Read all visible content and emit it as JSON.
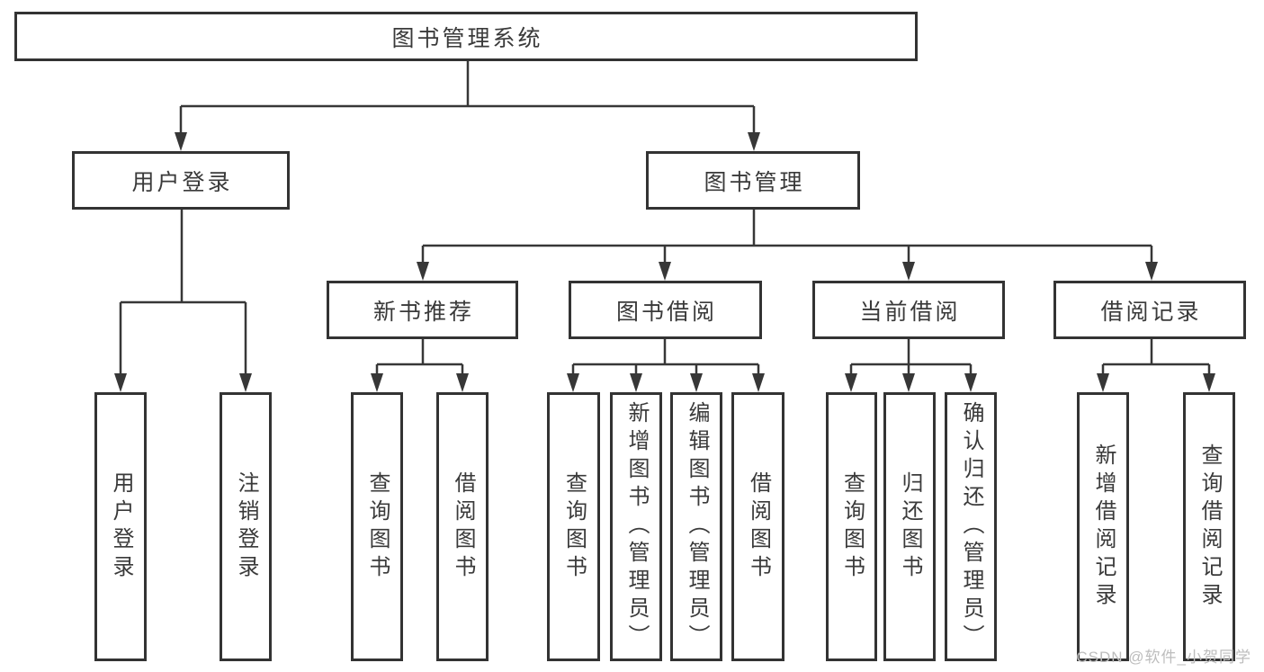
{
  "diagram": {
    "root": {
      "label": "图书管理系统"
    },
    "level2": [
      {
        "label": "用户登录"
      },
      {
        "label": "图书管理"
      }
    ],
    "level3": [
      {
        "label": "新书推荐"
      },
      {
        "label": "图书借阅"
      },
      {
        "label": "当前借阅"
      },
      {
        "label": "借阅记录"
      }
    ],
    "leaves": [
      {
        "label": "用户登录"
      },
      {
        "label": "注销登录"
      },
      {
        "label": "查询图书"
      },
      {
        "label": "借阅图书"
      },
      {
        "label": "查询图书"
      },
      {
        "label": "新增图书（管理员）"
      },
      {
        "label": "编辑图书（管理员）"
      },
      {
        "label": "借阅图书"
      },
      {
        "label": "查询图书"
      },
      {
        "label": "归还图书"
      },
      {
        "label": "确认归还（管理员）"
      },
      {
        "label": "新增借阅记录"
      },
      {
        "label": "查询借阅记录"
      }
    ]
  },
  "watermark": "CSDN @软件_小贺同学",
  "colors": {
    "line": "#373737",
    "box_border": "#333333",
    "box_fill": "#ffffff",
    "text": "#3a3a3a",
    "watermark": "#bdbdbd"
  }
}
